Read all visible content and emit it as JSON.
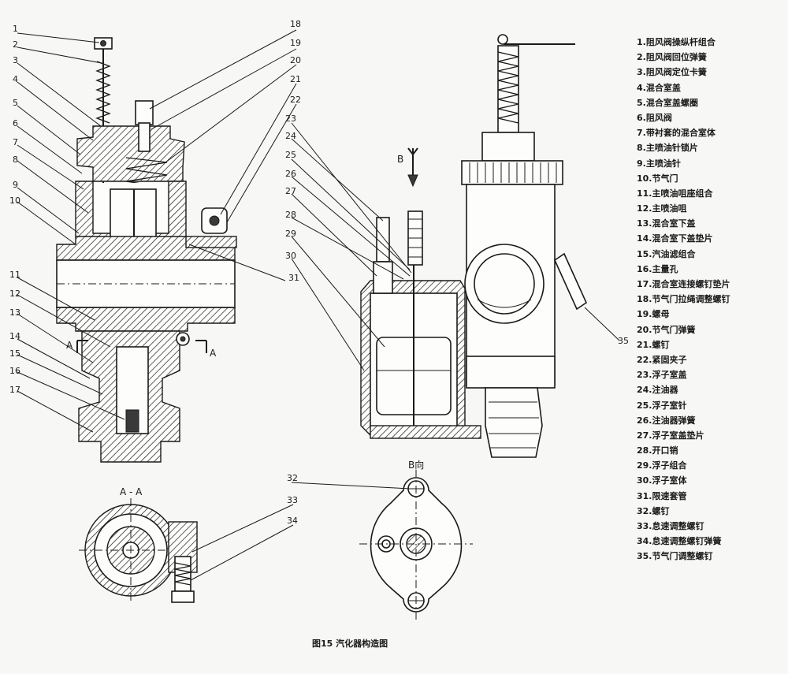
{
  "callout_numbers_left": [
    "1",
    "2",
    "3",
    "4",
    "5",
    "6",
    "7",
    "8",
    "9",
    "10",
    "11",
    "12",
    "13",
    "14",
    "15",
    "16",
    "17"
  ],
  "callout_numbers_right": [
    "18",
    "19",
    "20",
    "21",
    "22",
    "31"
  ],
  "callout_numbers_middle": [
    "23",
    "24",
    "25",
    "26",
    "27",
    "28",
    "29",
    "30"
  ],
  "callout_35": "35",
  "callout_32": "32",
  "callout_33": "33",
  "callout_34": "34",
  "section_mark_left": "A",
  "section_mark_right": "A",
  "section_view_title": "A - A",
  "direction_arrow_label": "B",
  "bottom_view_title": "B向",
  "legend_items": [
    "1.阻风阀操纵杆组合",
    "2.阻风阀回位弹簧",
    "3.阻风阀定位卡簧",
    "4.混合室盖",
    "5.混合室盖螺圈",
    "6.阻风阀",
    "7.带衬套的混合室体",
    "8.主喷油针锁片",
    "9.主喷油针",
    "10.节气门",
    "11.主喷油咀座组合",
    "12.主喷油咀",
    "13.混合室下盖",
    "14.混合室下盖垫片",
    "15.汽油滤组合",
    "16.主量孔",
    "17.混合室连接螺钉垫片",
    "18.节气门拉绳调整螺钉",
    "19.螺母",
    "20.节气门弹簧",
    "21.螺钉",
    "22.紧固夹子",
    "23.浮子室盖",
    "24.注油器",
    "25.浮子室针",
    "26.注油器弹簧",
    "27.浮子室盖垫片",
    "28.开口销",
    "29.浮子组合",
    "30.浮子室体",
    "31.限速套管",
    "32.螺钉",
    "33.怠速调整螺钉",
    "34.怠速调整螺钉弹簧",
    "35.节气门调整螺钉"
  ],
  "caption": "图15    汽化器构造图"
}
